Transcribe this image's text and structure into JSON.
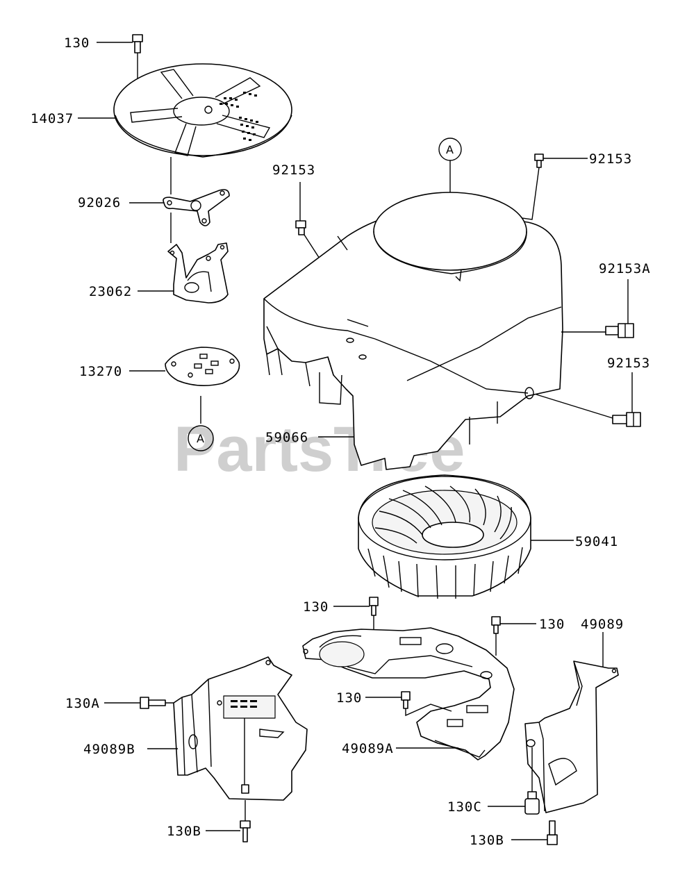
{
  "watermark": "PartsTree",
  "reference_marker": "A",
  "labels": {
    "l130_top": "130",
    "l14037": "14037",
    "l92026": "92026",
    "l23062": "23062",
    "l13270": "13270",
    "l92153_left": "92153",
    "l92153_right": "92153",
    "l92153A": "92153A",
    "l92153_low": "92153",
    "l59066": "59066",
    "l59041": "59041",
    "l130_mid": "130",
    "l130_mid2": "130",
    "l49089": "49089",
    "l130A": "130A",
    "l130_center": "130",
    "l49089B": "49089B",
    "l49089A": "49089A",
    "l130C": "130C",
    "l130B_left": "130B",
    "l130B_right": "130B"
  }
}
